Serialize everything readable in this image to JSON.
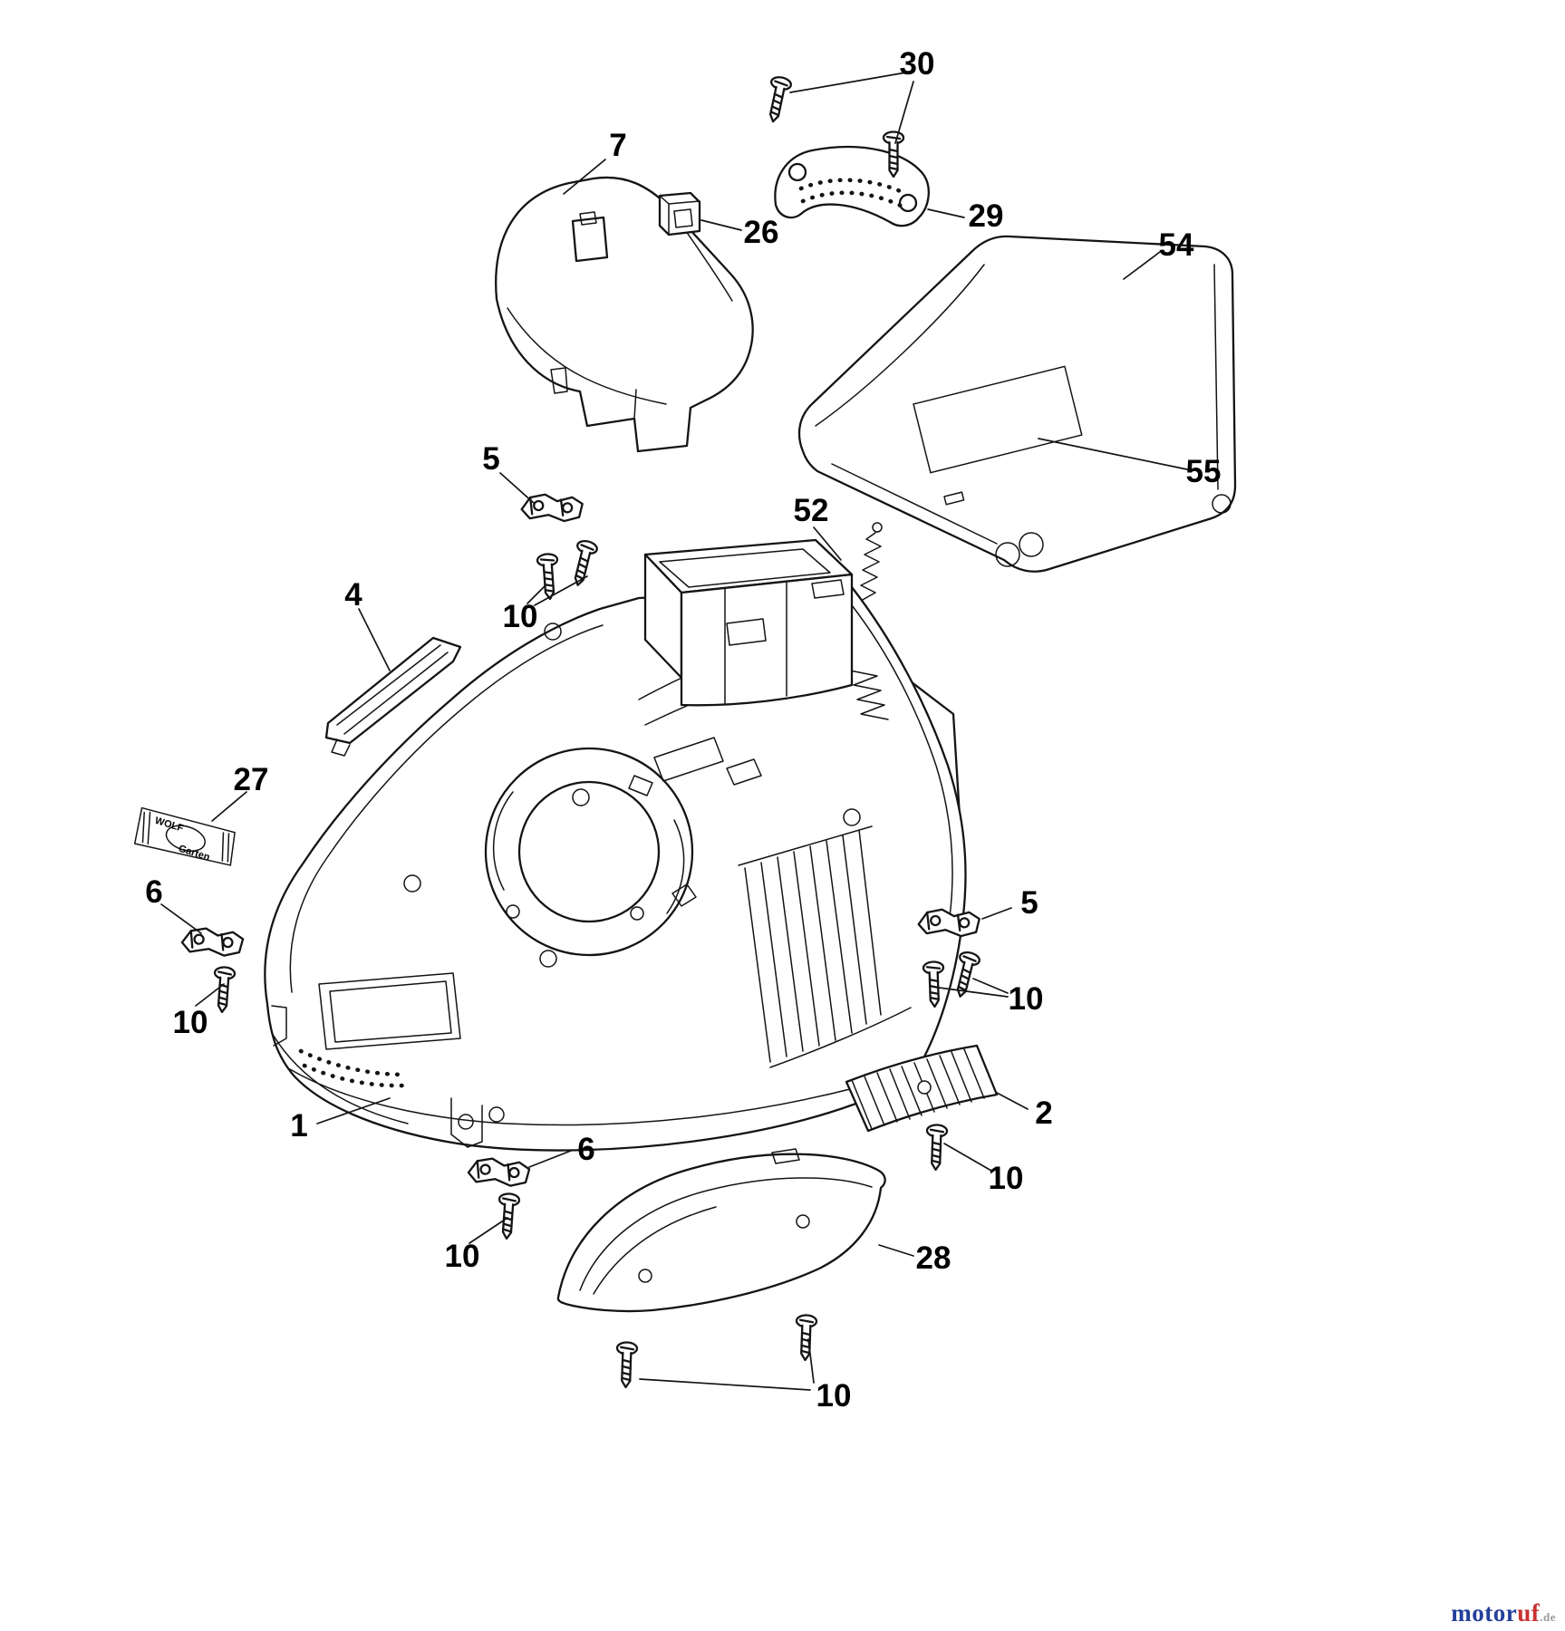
{
  "diagram": {
    "description": "Exploded parts diagram of lawn mower deck housing",
    "callouts": [
      {
        "part": "30",
        "label": "30"
      },
      {
        "part": "7",
        "label": "7"
      },
      {
        "part": "26",
        "label": "26"
      },
      {
        "part": "29",
        "label": "29"
      },
      {
        "part": "54",
        "label": "54"
      },
      {
        "part": "55",
        "label": "55"
      },
      {
        "part": "52",
        "label": "52"
      },
      {
        "part": "5",
        "label": "5"
      },
      {
        "part": "10",
        "label": "10"
      },
      {
        "part": "4",
        "label": "4"
      },
      {
        "part": "27",
        "label": "27"
      },
      {
        "part": "6",
        "label": "6"
      },
      {
        "part": "10",
        "label": "10"
      },
      {
        "part": "1",
        "label": "1"
      },
      {
        "part": "5",
        "label": "5"
      },
      {
        "part": "10",
        "label": "10"
      },
      {
        "part": "2",
        "label": "2"
      },
      {
        "part": "10",
        "label": "10"
      },
      {
        "part": "6",
        "label": "6"
      },
      {
        "part": "10",
        "label": "10"
      },
      {
        "part": "28",
        "label": "28"
      },
      {
        "part": "10",
        "label": "10"
      }
    ],
    "badge": {
      "line1": "WOLF",
      "line2": "Garten"
    }
  },
  "watermark": {
    "name": "motor",
    "name2": "uf",
    "tld": ".de"
  }
}
